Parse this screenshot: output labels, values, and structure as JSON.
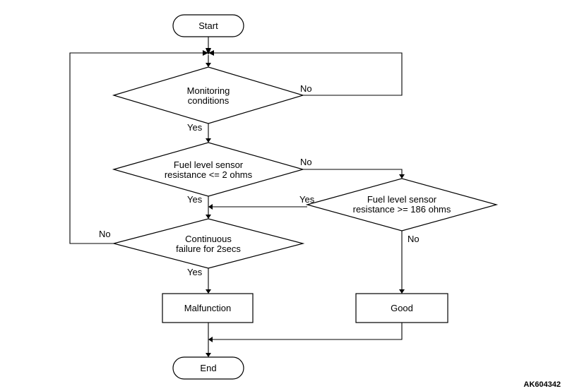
{
  "nodes": {
    "start": {
      "label": [
        "Start"
      ]
    },
    "monitoring": {
      "label": [
        "Monitoring",
        "conditions"
      ]
    },
    "fuel_low": {
      "label": [
        "Fuel level sensor",
        "resistance <= 2 ohms"
      ]
    },
    "fuel_high": {
      "label": [
        "Fuel level sensor",
        "resistance >= 186 ohms"
      ]
    },
    "continuous": {
      "label": [
        "Continuous",
        "failure for 2secs"
      ]
    },
    "malfunction": {
      "label": [
        "Malfunction"
      ]
    },
    "good": {
      "label": [
        "Good"
      ]
    },
    "end": {
      "label": [
        "End"
      ]
    }
  },
  "edges": {
    "monitoring_no": "No",
    "monitoring_yes": "Yes",
    "fuel_low_no": "No",
    "fuel_low_yes": "Yes",
    "fuel_high_yes": "Yes",
    "fuel_high_no": "No",
    "continuous_no": "No",
    "continuous_yes": "Yes"
  },
  "reference_code": "AK604342"
}
